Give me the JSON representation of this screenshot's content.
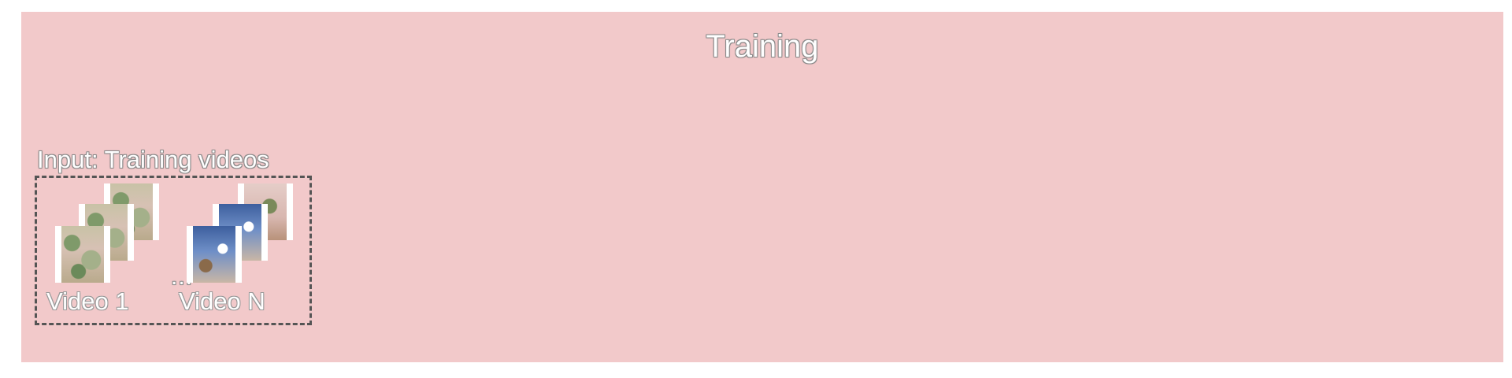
{
  "panel": {
    "title": "Training",
    "background_color": "#f2c9ca"
  },
  "input": {
    "title": "Input: Training videos",
    "ellipsis": "...",
    "videos": [
      {
        "label": "Video 1"
      },
      {
        "label": "Video N"
      }
    ]
  }
}
